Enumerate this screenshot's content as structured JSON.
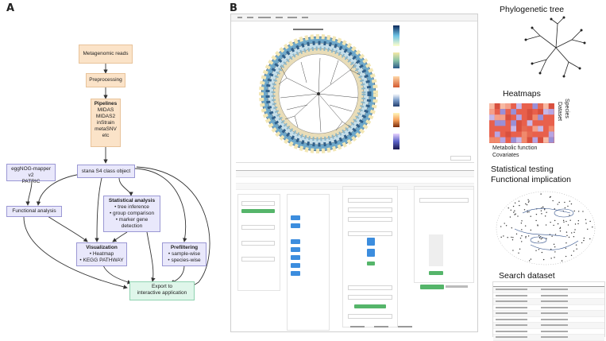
{
  "panels": {
    "a": "A",
    "b": "B"
  },
  "flow": {
    "metagenomic_reads": "Metagenomic reads",
    "preprocessing": "Preprocessing",
    "pipelines_title": "Pipelines",
    "pipelines_items": [
      "MIDAS",
      "MIDAS2",
      "inStrain",
      "metaSNV",
      "etc"
    ],
    "eggnog": [
      "eggNOG-mapper v2",
      "PATRIC"
    ],
    "stana_object": "stana S4 class object",
    "functional_analysis": "Functional analysis",
    "stat_title": "Statistical analysis",
    "stat_items": [
      "tree inference",
      "group comparison",
      "marker gene detection"
    ],
    "vis_title": "Visualization",
    "vis_items": [
      "Heatmap",
      "KEGG PATHWAY"
    ],
    "prefilter_title": "Prefiltering",
    "prefilter_items": [
      "sample-wise",
      "species-wise"
    ],
    "export": [
      "Export to",
      "interactive application"
    ]
  },
  "colors": {
    "orange_fill": "#fbe3c8",
    "lavender_fill": "#e9e8fb",
    "mint_fill": "#dff6ea",
    "button_blue": "#3c8dde",
    "button_green": "#55b56a"
  },
  "right": {
    "phylogenetic_tree": "Phylogenetic tree",
    "heatmaps": "Heatmaps",
    "heatmap_dataset": "Dataset",
    "heatmap_species": "Species",
    "heatmap_metabolic": "Metabolic function",
    "heatmap_covariates": "Covariates",
    "statistical_testing": "Statistical testing",
    "functional_implication": "Functional implication",
    "search_dataset": "Search dataset"
  }
}
